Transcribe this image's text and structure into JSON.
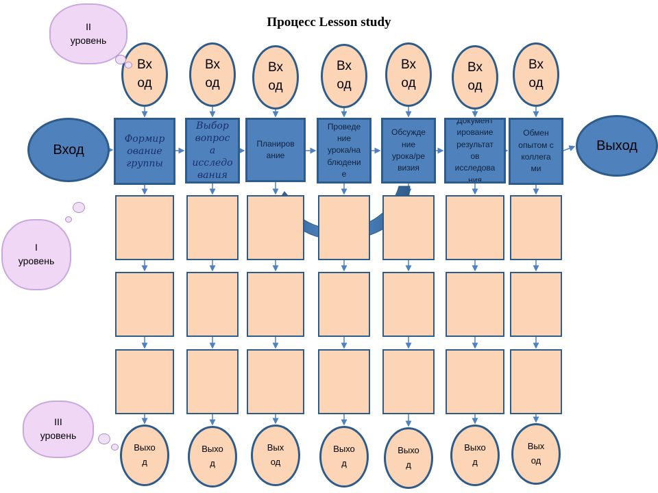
{
  "title": "Процесс Lesson study",
  "input_label": "Вход",
  "output_label": "Выход",
  "levels": [
    "II\nуровень",
    "I\nуровень",
    "III\nуровень"
  ],
  "top_inputs": [
    "Вх\nод",
    "Вх\nод",
    "Вх\nод",
    "Вх\nод",
    "Вх\nод",
    "Вх\nод",
    "Вх\nод"
  ],
  "steps": [
    "Формир\nование\nгруппы",
    "Выбор\nвопрос\nа\nисследо\nвания",
    "Планиров\nание",
    "Проведе\nние\nурока/на\nблюдени\nе",
    "Обсужде\nние\nурока/ре\nвизия",
    "Документ\nирование\nрезультат\nов\nисследова\nния",
    "Обмен\nопытом с\nколлега\nми"
  ],
  "bottom_outputs": [
    "Выхо\nд",
    "Выхо\nд",
    "Вых\nод",
    "Выхо\nд",
    "Выхо\nд",
    "Выхо\nд",
    "Вых\nод"
  ]
}
